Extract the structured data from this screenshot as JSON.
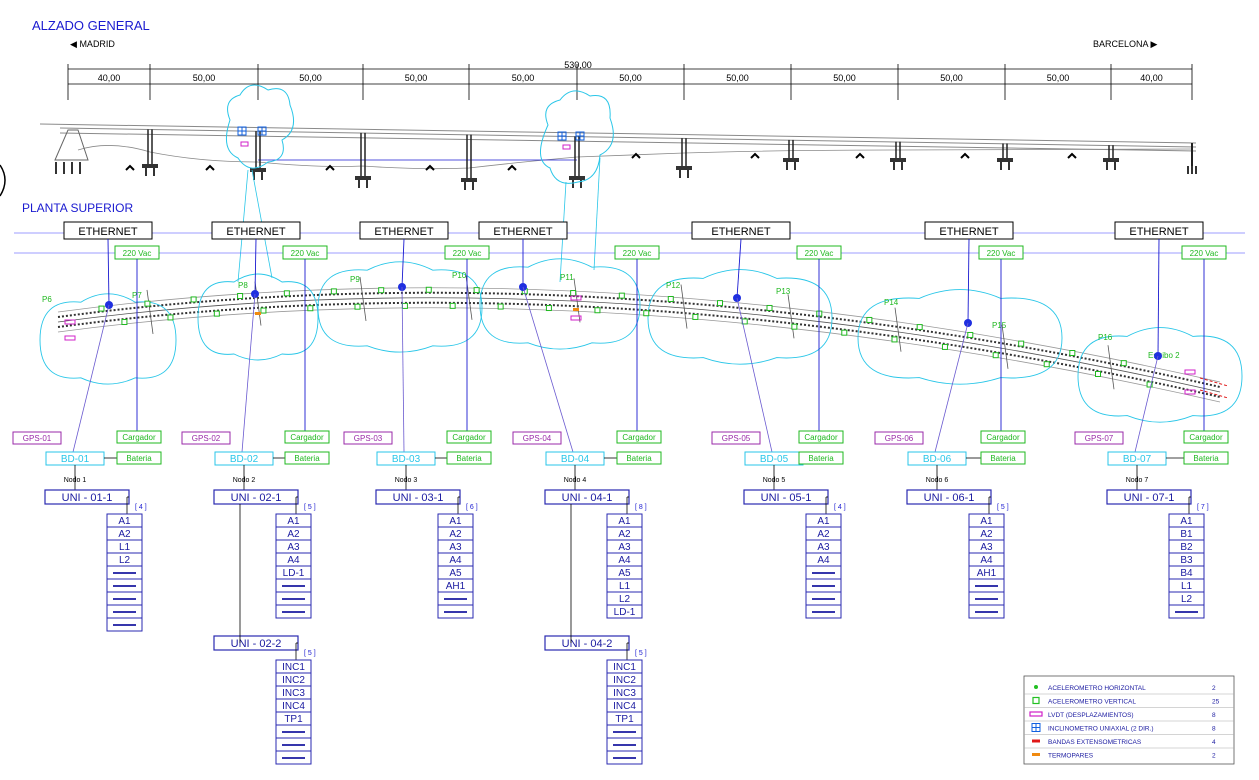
{
  "titles": {
    "elevation": "ALZADO GENERAL",
    "plan": "PLANTA SUPERIOR"
  },
  "directions": {
    "left": "MADRID",
    "right": "BARCELONA"
  },
  "dimensions": {
    "total": "530,00",
    "spans": [
      "40,00",
      "50,00",
      "50,00",
      "50,00",
      "50,00",
      "50,00",
      "50,00",
      "50,00",
      "50,00",
      "50,00",
      "40,00"
    ]
  },
  "network": {
    "ethernet_label": "ETHERNET",
    "power_label": "220 Vac",
    "charger_label": "Cargador",
    "battery_label": "Bateria"
  },
  "piers": [
    "P6",
    "P7",
    "P8",
    "P9",
    "P10",
    "P11",
    "P12",
    "P13",
    "P14",
    "P15",
    "P16",
    "Estribo 2"
  ],
  "nodes": [
    {
      "gps": "GPS-01",
      "bd": "BD-01",
      "node": "Nodo 1",
      "unis": [
        {
          "name": "UNI - 01-1",
          "count": "[ 4 ]",
          "ch": [
            "A1",
            "A2",
            "L1",
            "L2"
          ],
          "blank": 5
        }
      ]
    },
    {
      "gps": "GPS-02",
      "bd": "BD-02",
      "node": "Nodo 2",
      "unis": [
        {
          "name": "UNI - 02-1",
          "count": "[ 5 ]",
          "ch": [
            "A1",
            "A2",
            "A3",
            "A4",
            "LD-1"
          ],
          "blank": 3
        },
        {
          "name": "UNI - 02-2",
          "count": "[ 5 ]",
          "ch": [
            "INC1",
            "INC2",
            "INC3",
            "INC4",
            "TP1"
          ],
          "blank": 3
        }
      ]
    },
    {
      "gps": "GPS-03",
      "bd": "BD-03",
      "node": "Nodo 3",
      "unis": [
        {
          "name": "UNI - 03-1",
          "count": "[ 6 ]",
          "ch": [
            "A1",
            "A2",
            "A3",
            "A4",
            "A5",
            "AH1"
          ],
          "blank": 2
        }
      ]
    },
    {
      "gps": "GPS-04",
      "bd": "BD-04",
      "node": "Nodo 4",
      "unis": [
        {
          "name": "UNI - 04-1",
          "count": "[ 8 ]",
          "ch": [
            "A1",
            "A2",
            "A3",
            "A4",
            "A5",
            "L1",
            "L2",
            "LD-1"
          ],
          "blank": 0
        },
        {
          "name": "UNI - 04-2",
          "count": "[ 5 ]",
          "ch": [
            "INC1",
            "INC2",
            "INC3",
            "INC4",
            "TP1"
          ],
          "blank": 3
        }
      ]
    },
    {
      "gps": "GPS-05",
      "bd": "BD-05",
      "node": "Nodo 5",
      "unis": [
        {
          "name": "UNI - 05-1",
          "count": "[ 4 ]",
          "ch": [
            "A1",
            "A2",
            "A3",
            "A4"
          ],
          "blank": 4
        }
      ]
    },
    {
      "gps": "GPS-06",
      "bd": "BD-06",
      "node": "Nodo 6",
      "unis": [
        {
          "name": "UNI - 06-1",
          "count": "[ 5 ]",
          "ch": [
            "A1",
            "A2",
            "A3",
            "A4",
            "AH1"
          ],
          "blank": 3
        }
      ]
    },
    {
      "gps": "GPS-07",
      "bd": "BD-07",
      "node": "Nodo 7",
      "unis": [
        {
          "name": "UNI - 07-1",
          "count": "[ 7 ]",
          "ch": [
            "A1",
            "B1",
            "B2",
            "B3",
            "B4",
            "L1",
            "L2"
          ],
          "blank": 1
        }
      ]
    }
  ],
  "legend": [
    {
      "label": "ACELEROMETRO HORIZONTAL",
      "count": "2",
      "symbol": "acc-h",
      "color": "#22c022"
    },
    {
      "label": "ACELEROMETRO VERTICAL",
      "count": "25",
      "symbol": "acc-v",
      "color": "#22c022"
    },
    {
      "label": "LVDT (DESPLAZAMIENTOS)",
      "count": "8",
      "symbol": "lvdt",
      "color": "#d020c8"
    },
    {
      "label": "INCLINOMETRO UNIAXIAL (2 DIR.)",
      "count": "8",
      "symbol": "inc",
      "color": "#1060e0"
    },
    {
      "label": "BANDAS EXTENSOMETRICAS",
      "count": "4",
      "symbol": "band",
      "color": "#e01818"
    },
    {
      "label": "TERMOPARES",
      "count": "2",
      "symbol": "temp",
      "color": "#f08a10"
    }
  ],
  "colors": {
    "blue": "#1a1ad0",
    "green": "#1fb81f",
    "cyan": "#29c6e8",
    "purple": "#9a2aa8",
    "gray": "#8c8c8c"
  }
}
